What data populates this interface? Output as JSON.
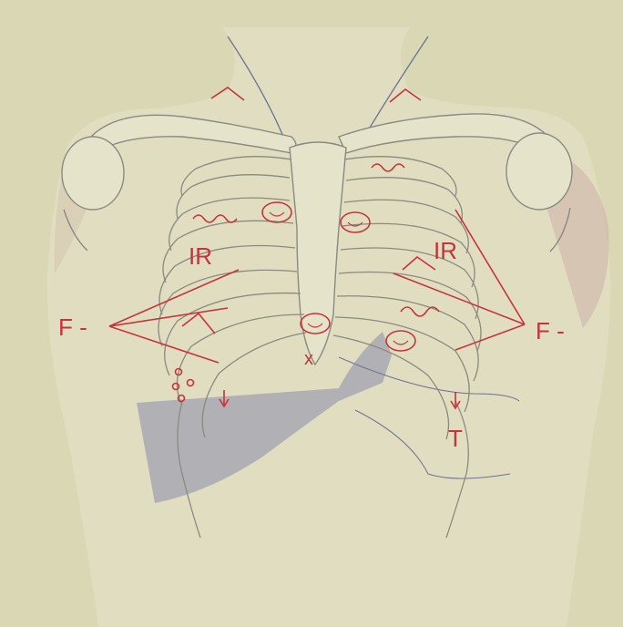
{
  "labels": {
    "ir": "IR",
    "f_minus": "F -",
    "t": "T",
    "x": "x"
  },
  "colors": {
    "background": "#d9d7b4",
    "skin": "#e1ddc0",
    "outline": "#8a8a80",
    "annotation": "#c8323c",
    "dullness": "#a8a9b3",
    "body_contour": "#6e7192"
  },
  "symbols": [
    "sigh-wave",
    "inspiration-expiration-oval",
    "caret",
    "dot-cluster",
    "arrow-down"
  ]
}
